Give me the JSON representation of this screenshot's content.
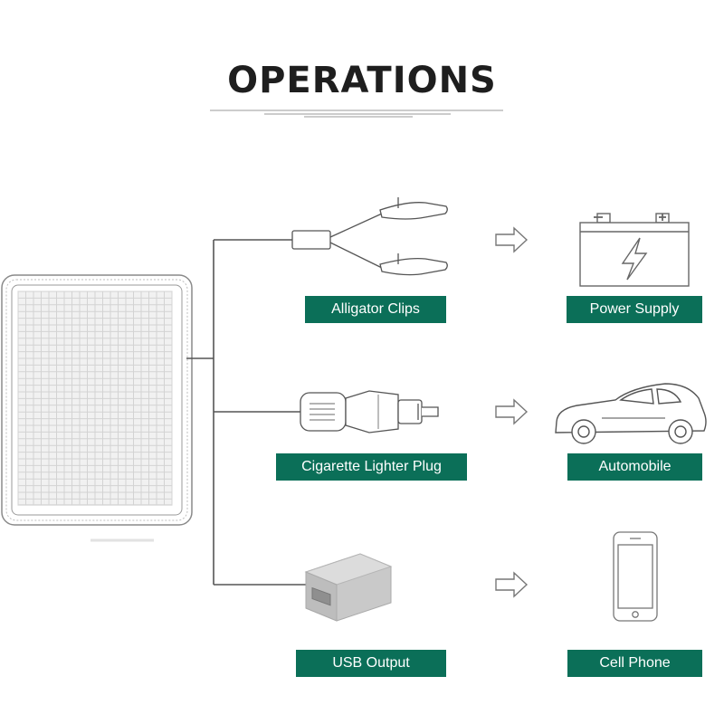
{
  "title": "OPERATIONS",
  "colors": {
    "label_bg": "#0b6f58",
    "line": "#555555"
  },
  "rows": [
    {
      "source": {
        "icon": "alligator-clips-icon",
        "label": "Alligator Clips"
      },
      "target": {
        "icon": "battery-icon",
        "label": "Power Supply"
      }
    },
    {
      "source": {
        "icon": "cigarette-plug-icon",
        "label": "Cigarette Lighter Plug"
      },
      "target": {
        "icon": "car-icon",
        "label": "Automobile"
      }
    },
    {
      "source": {
        "icon": "usb-adapter-icon",
        "label": "USB Output"
      },
      "target": {
        "icon": "phone-icon",
        "label": "Cell Phone"
      }
    }
  ]
}
